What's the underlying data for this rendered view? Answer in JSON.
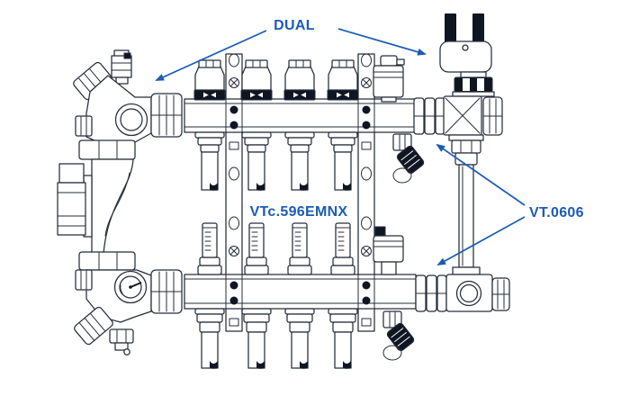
{
  "labels": {
    "dual": "DUAL",
    "model": "VTc.596EMNX",
    "part": "VT.0606"
  },
  "colors": {
    "accent_blue": "#1b5cb5",
    "line_dark": "#252d3a",
    "black_fill": "#101522",
    "background": "#ffffff"
  },
  "depicted": {
    "circuit_count": 4
  }
}
